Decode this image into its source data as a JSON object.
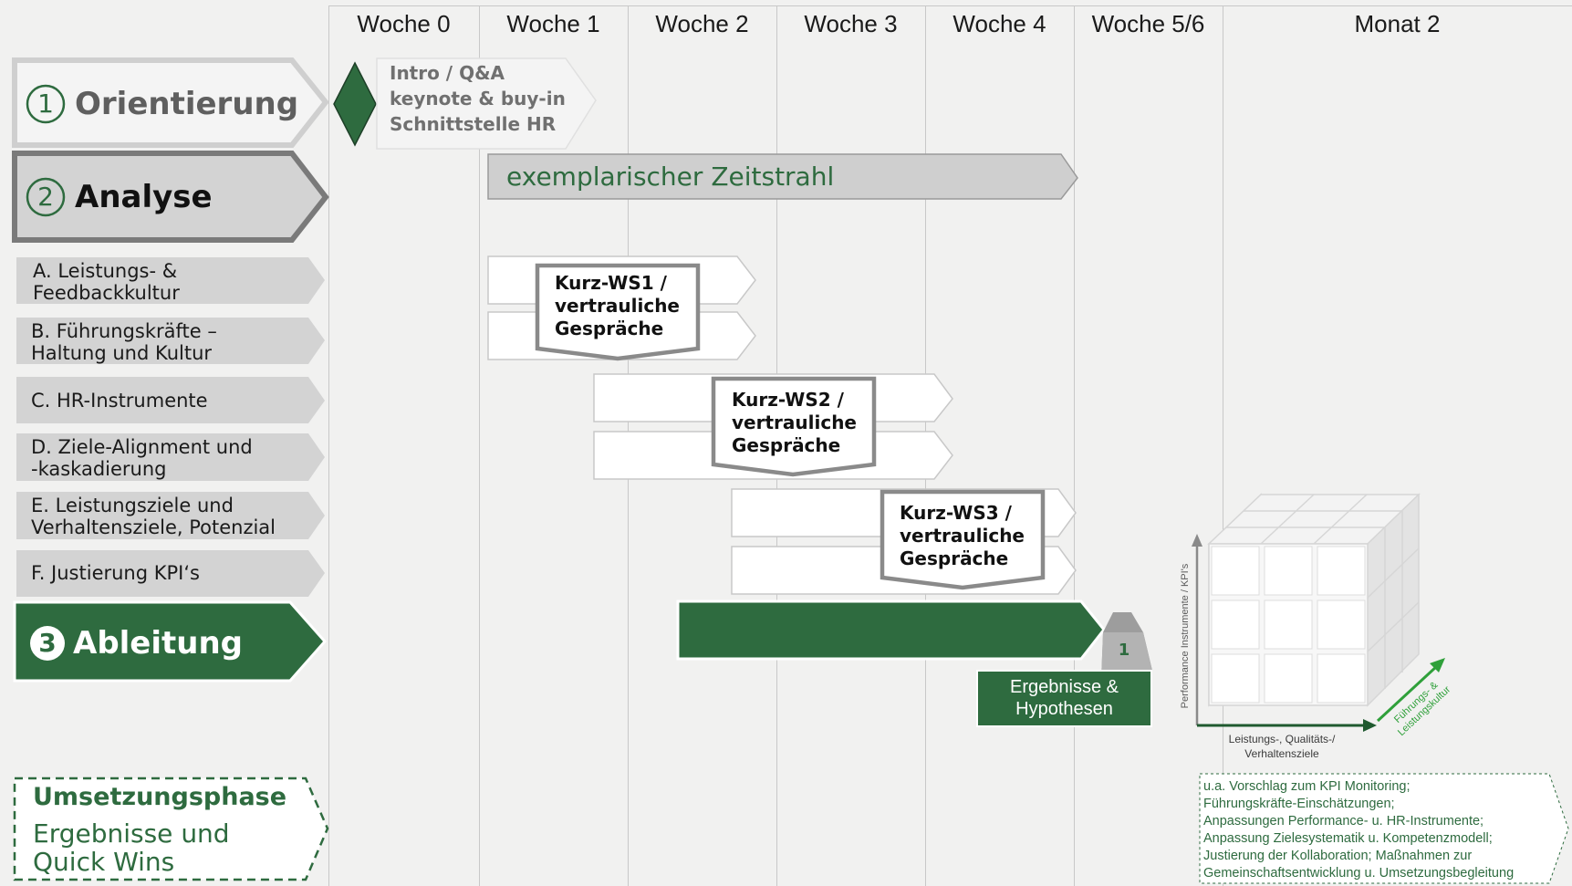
{
  "columns": [
    "Woche 0",
    "Woche 1",
    "Woche 2",
    "Woche 3",
    "Woche 4",
    "Woche 5/6",
    "Monat 2"
  ],
  "phases": {
    "orientierung": {
      "number": "1",
      "label": "Orientierung"
    },
    "analyse": {
      "number": "2",
      "label": "Analyse"
    },
    "ableitung": {
      "number": "3",
      "label": "Ableitung"
    }
  },
  "analysis_items": [
    {
      "label": "A. Leistungs- &\nFeedbackkultur"
    },
    {
      "label": "B. Führungskräfte –\nHaltung und Kultur"
    },
    {
      "label": "C. HR-Instrumente"
    },
    {
      "label": "D. Ziele-Alignment  und\n-kaskadierung"
    },
    {
      "label": "E. Leistungsziele und\nVerhaltensziele, Potenzial"
    },
    {
      "label": "F. Justierung KPI‘s"
    }
  ],
  "intro_box": "Intro / Q&A\nkeynote & buy-in\nSchnittstelle HR",
  "timeline_label": "exemplarischer Zeitstrahl",
  "workshops": [
    {
      "label": "Kurz-WS1 /\nvertrauliche\nGespräche"
    },
    {
      "label": "Kurz-WS2 /\nvertrauliche\nGespräche"
    },
    {
      "label": "Kurz-WS3 /\nvertrauliche\nGespräche"
    }
  ],
  "milestone_number": "1",
  "results_label": "Ergebnisse &\nHypothesen",
  "cube": {
    "y_axis": "Performance Instrumente / KPI's",
    "x_axis": "Leistungs-, Qualitäts-/\nVerhaltensziele",
    "z_axis": "Führungs- &\nLeistungskultur"
  },
  "umsetzung": {
    "title": "Umsetzungsphase",
    "subtitle": "Ergebnisse und\nQuick Wins"
  },
  "notes": "u.a. Vorschlag zum KPI Monitoring;\nFührungskräfte-Einschätzungen;\nAnpassungen Performance- u. HR-Instrumente;\nAnpassung Zielesystematik u. Kompetenzmodell;\nJustierung der Kollaboration; Maßnahmen zur\nGemeinschaftsentwicklung u. Umsetzungsbegleitung",
  "colors": {
    "dark_green": "#2e6b3f",
    "grey_bar": "#cfcfcf",
    "frame_grey": "#8a8a8a"
  }
}
